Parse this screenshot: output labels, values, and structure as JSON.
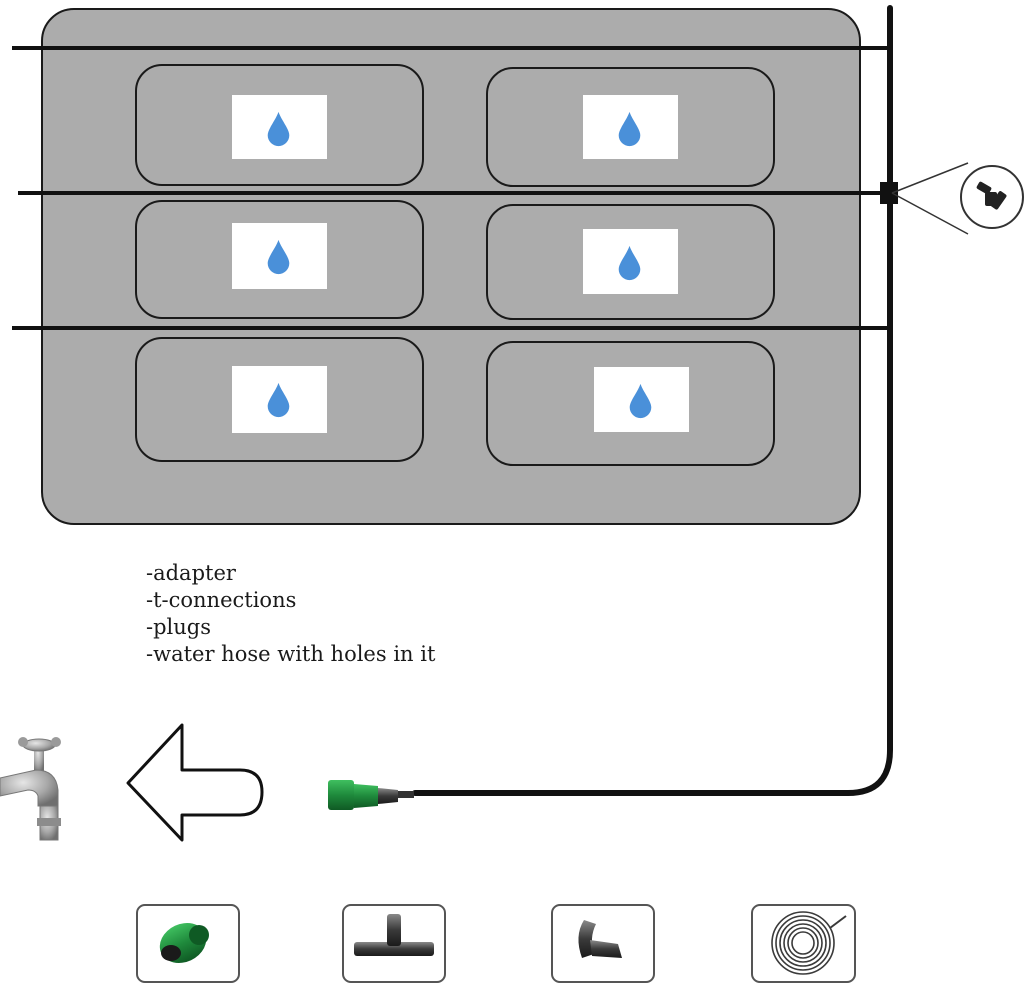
{
  "parts_list": [
    "-adapter",
    "-t-connections",
    "-plugs",
    "-water hose with holes in it"
  ],
  "colors": {
    "bed_fill": "#acacac",
    "outline": "#1a1a1a",
    "water_drop": "#4a90d9",
    "drop_label": "#ffffff",
    "adapter_green": "#1f8a3c"
  },
  "icons": {
    "plant_drop": "water-drop-icon",
    "tee_callout": "t-connector-icon",
    "faucet": "faucet-icon",
    "direction_arrow": "arrow-left-icon",
    "hose_adapter": "adapter-icon",
    "parts": [
      "adapter-part-icon",
      "t-connector-part-icon",
      "plug-part-icon",
      "hose-coil-part-icon"
    ]
  }
}
